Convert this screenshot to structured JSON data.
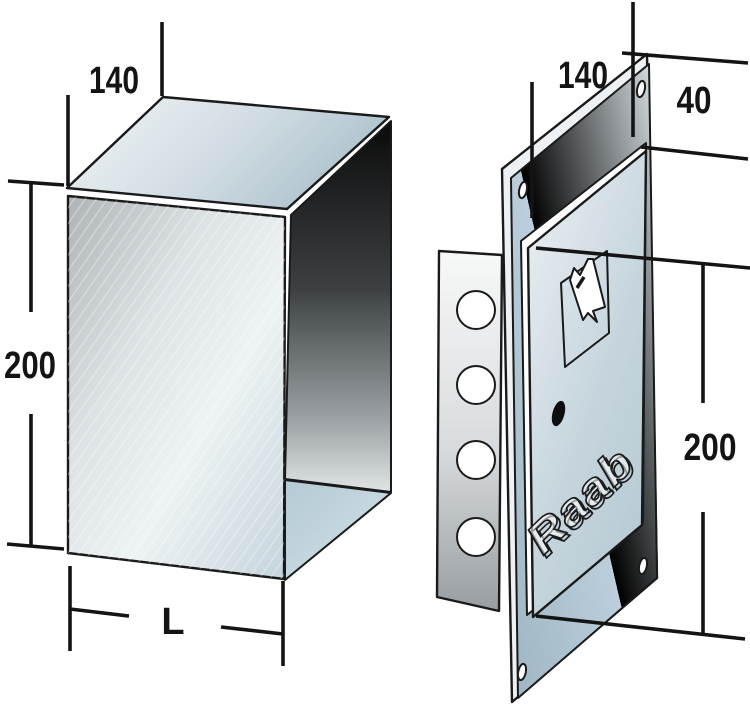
{
  "drawing": {
    "background": "#ffffff",
    "line_color": "#141414",
    "duct_view": {
      "dims": {
        "width": "140",
        "height": "200",
        "length": "L"
      }
    },
    "door_view": {
      "dims": {
        "width": "140",
        "flange": "40",
        "height": "200"
      },
      "logo": "Raab",
      "strip_hole_count": "4",
      "corner_slot_count": "4"
    },
    "colors": {
      "metal_highlight": "#edf2f3",
      "metal_blue": "#b7cbd5",
      "inner_wall_dark": "#0a0a0a",
      "strip_gray": "#9aa0a4",
      "frame_blue": "#9db5c2"
    }
  }
}
